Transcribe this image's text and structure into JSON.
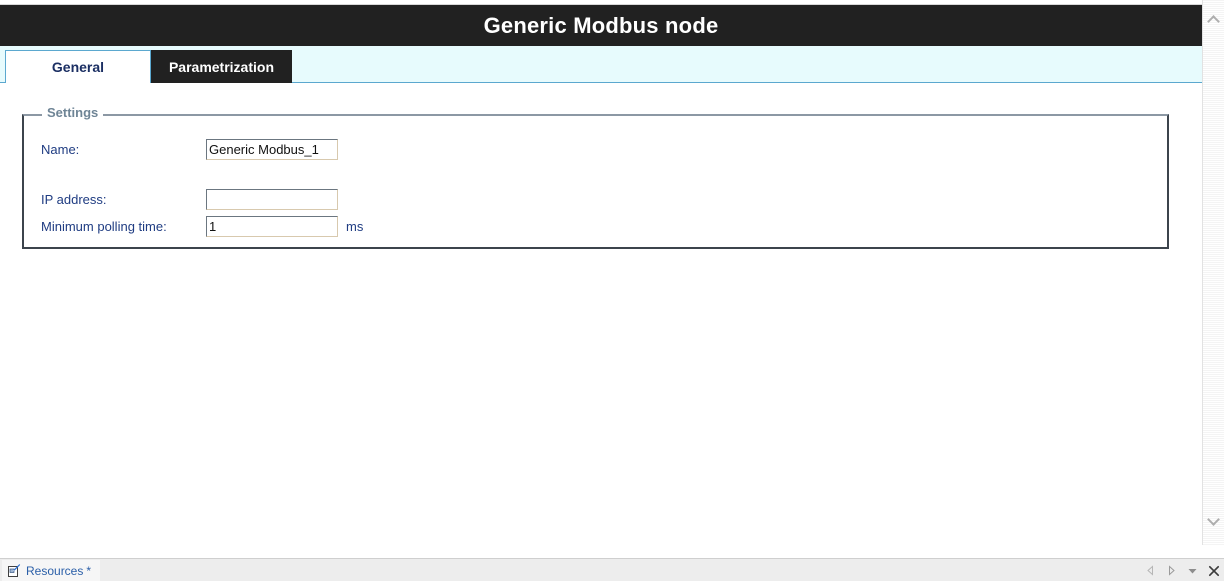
{
  "window": {
    "title": "Generic Modbus node"
  },
  "tabs": [
    {
      "label": "General",
      "active": true
    },
    {
      "label": "Parametrization",
      "active": false
    }
  ],
  "settings_group": {
    "legend": "Settings",
    "fields": [
      {
        "label": "Name:",
        "value": "Generic Modbus_1",
        "placeholder": "",
        "unit": ""
      },
      {
        "label": "IP address:",
        "value": "",
        "placeholder": "",
        "unit": ""
      },
      {
        "label": "Minimum polling time:",
        "value": "1",
        "placeholder": "",
        "unit": "ms"
      }
    ]
  },
  "status_bar": {
    "resources_label": "Resources",
    "modified_marker": "*",
    "icon": "resources-page-icon",
    "controls": [
      {
        "name": "nav-previous-icon",
        "glyph": "◁"
      },
      {
        "name": "nav-next-icon",
        "glyph": "▷"
      },
      {
        "name": "tab-list-dropdown-icon",
        "glyph": "▼"
      },
      {
        "name": "close-icon",
        "glyph": "✕"
      }
    ]
  },
  "scrollbar": {
    "up_icon": "chevron-up-icon",
    "down_icon": "chevron-down-icon"
  },
  "colors": {
    "header_bg": "#212121",
    "tabstrip_bg": "#e7fbfd",
    "tab_border": "#5ba8cf",
    "label_text": "#1f3c82",
    "legend_text": "#6f8596",
    "link_text": "#2b5fa8"
  }
}
